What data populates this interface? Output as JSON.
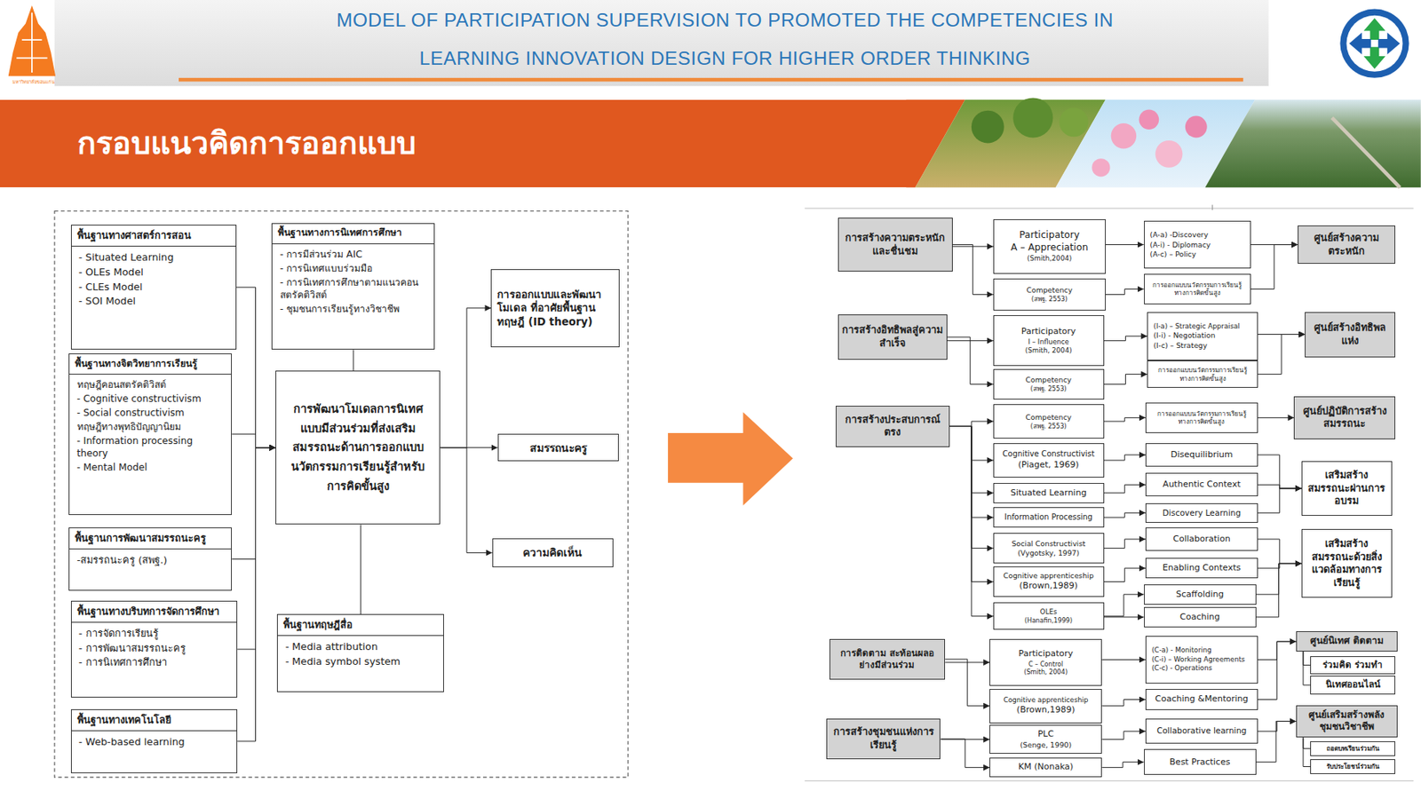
{
  "diagram": {
    "title": "MODEL OF PARTICIPATION SUPERVISION TO PROMOTED THE COMPETENCIES IN LEARNING INNOVATION DESIGN FOR HIGHER ORDER THINKING",
    "nodes": [
      {
        "text": [
          "กรอบแนวคิดการออกแบบ"
        ]
      },
      {
        "text": [
          "พื้นฐานทางศาสตร์การสอน",
          "- Situated Learning",
          "- OLEs Model",
          "- CLEs Model",
          "- SOI Model"
        ]
      },
      {
        "text": [
          "พื้นฐานทางจิตวิทยาการเรียนรู้",
          "ทฤษฎีคอนสตรัคติวิสต์",
          "- Cognitive constructivism",
          "- Social constructivism",
          "ทฤษฎีทางพุทธิปัญญานิยม",
          "- Information processing theory",
          "- Mental Model"
        ]
      },
      {
        "text": [
          "พื้นฐานการพัฒนาสมรรถนะครู",
          "-สมรรถนะครู (สพฐ.)"
        ]
      },
      {
        "text": [
          "พื้นฐานทางบริบทการจัดการศึกษา",
          "- การจัดการเรียนรู้",
          "- การพัฒนาสมรรถนะครู",
          "- การนิเทศการศึกษา"
        ]
      },
      {
        "text": [
          "พื้นฐานทางเทคโนโลยี",
          "- Web-based learning"
        ]
      },
      {
        "text": [
          "พื้นฐานทางการนิเทศการศึกษา",
          "- การมีส่วนร่วม AIC",
          "- การนิเทศแบบร่วมมือ",
          "- การนิเทศการศึกษาตามแนวคอนสตรัคติวิสต์",
          "- ชุมชนการเรียนรู้ทางวิชาชีพ"
        ]
      },
      {
        "text": [
          "การพัฒนาโมเดลการนิเทศแบบมีส่วนร่วมที่ส่งเสริมสมรรถนะด้านการออกแบบนวัตกรรมการเรียนรู้สำหรับการคิดขั้นสูง"
        ]
      },
      {
        "text": [
          "พื้นฐานทฤษฎีสื่อ",
          "- Media attribution",
          "- Media symbol system"
        ]
      },
      {
        "text": [
          "การออกแบบและพัฒนาโมเดล ที่อาศัยพื้นฐานทฤษฎี (ID theory)"
        ]
      },
      {
        "text": [
          "สมรรถนะครู"
        ]
      },
      {
        "text": [
          "ความคิดเห็น"
        ]
      },
      {
        "text": [
          "การสร้างความตระหนักและชื่นชม"
        ]
      },
      {
        "text": [
          "Participatory",
          "A – Appreciation",
          "(Smith,2004)"
        ]
      },
      {
        "text": [
          "Competency",
          "(สพฐ. 2553)"
        ]
      },
      {
        "text": [
          "(A-a) -Discovery",
          "(A-i) - Diplomacy",
          "(A-c) – Policy"
        ]
      },
      {
        "text": [
          "การออกแบบนวัตกรรมการเรียนรู้ทางการคิดขั้นสูง"
        ]
      },
      {
        "text": [
          "ศูนย์สร้างความตระหนัก"
        ]
      },
      {
        "text": [
          "การสร้างอิทธิพลสู่ความสำเร็จ"
        ]
      },
      {
        "text": [
          "Participatory",
          "I – Influence",
          "(Smith, 2004)"
        ]
      },
      {
        "text": [
          "Competency",
          "(สพฐ. 2553)"
        ]
      },
      {
        "text": [
          "(I-a) – Strategic Appraisal",
          "(I-i) - Negotiation",
          "(I-c) – Strategy"
        ]
      },
      {
        "text": [
          "การออกแบบนวัตกรรมการเรียนรู้ทางการคิดขั้นสูง"
        ]
      },
      {
        "text": [
          "ศูนย์สร้างอิทธิพลแห่ง"
        ]
      },
      {
        "text": [
          "การสร้างประสบการณ์ตรง"
        ]
      },
      {
        "text": [
          "Competency",
          "(สพฐ. 2553)"
        ]
      },
      {
        "text": [
          "การออกแบบนวัตกรรมการเรียนรู้ทางการคิดขั้นสูง"
        ]
      },
      {
        "text": [
          "ศูนย์ปฏิบัติการสร้างสมรรถนะ"
        ]
      },
      {
        "text": [
          "Cognitive Constructivist",
          "(Piaget, 1969)"
        ]
      },
      {
        "text": [
          "Disequilibrium"
        ]
      },
      {
        "text": [
          "Situated Learning"
        ]
      },
      {
        "text": [
          "Authentic Context"
        ]
      },
      {
        "text": [
          "Information Processing"
        ]
      },
      {
        "text": [
          "Discovery Learning"
        ]
      },
      {
        "text": [
          "เสริมสร้างสมรรถนะผ่านการอบรม"
        ]
      },
      {
        "text": [
          "Social Constructivist",
          "(Vygotsky, 1997)"
        ]
      },
      {
        "text": [
          "Collaboration"
        ]
      },
      {
        "text": [
          "Cognitive apprenticeship",
          "(Brown,1989)"
        ]
      },
      {
        "text": [
          "Enabling Contexts"
        ]
      },
      {
        "text": [
          "OLEs",
          "(Hanafin,1999)"
        ]
      },
      {
        "text": [
          "Scaffolding"
        ]
      },
      {
        "text": [
          "Coaching"
        ]
      },
      {
        "text": [
          "เสริมสร้างสมรรถนะด้วยสิ่งแวดล้อมทางการเรียนรู้"
        ]
      },
      {
        "text": [
          "การติดตาม สะท้อนผลอย่างมีส่วนร่วม"
        ]
      },
      {
        "text": [
          "Participatory",
          "C – Control",
          "(Smith, 2004)"
        ]
      },
      {
        "text": [
          "(C-a) - Monitoring",
          "(C-i) – Working Agreements",
          "(C-c) - Operations"
        ]
      },
      {
        "text": [
          "ศูนย์นิเทศ ติดตาม"
        ]
      },
      {
        "text": [
          "ร่วมคิด ร่วมทำ"
        ]
      },
      {
        "text": [
          "นิเทศออนไลน์"
        ]
      },
      {
        "text": [
          "Cognitive apprenticeship",
          "(Brown,1989)"
        ]
      },
      {
        "text": [
          "Coaching &Mentoring"
        ]
      },
      {
        "text": [
          "การสร้างชุมชนแห่งการเรียนรู้"
        ]
      },
      {
        "text": [
          "PLC",
          "(Senge, 1990)"
        ]
      },
      {
        "text": [
          "Collaborative learning"
        ]
      },
      {
        "text": [
          "ศูนย์เสริมสร้างพลังชุมชนวิชาชีพ"
        ]
      },
      {
        "text": [
          "ถอดบทเรียนร่วมกัน"
        ]
      },
      {
        "text": [
          "รับประโยชน์ร่วมกัน"
        ]
      },
      {
        "text": [
          "KM (Nonaka)"
        ]
      },
      {
        "text": [
          "Best Practices"
        ]
      }
    ],
    "edges": [
      {
        "from": 1,
        "to": 7,
        "arrow": "to"
      },
      {
        "from": 2,
        "to": 7,
        "arrow": "to"
      },
      {
        "from": 3,
        "to": 7,
        "arrow": "to"
      },
      {
        "from": 4,
        "to": 7,
        "arrow": "to"
      },
      {
        "from": 5,
        "to": 7,
        "arrow": "to"
      },
      {
        "from": 6,
        "to": 7,
        "arrow": "none"
      },
      {
        "from": 8,
        "to": 7,
        "arrow": "none"
      },
      {
        "from": 7,
        "to": 9,
        "arrow": "to"
      },
      {
        "from": 7,
        "to": 10,
        "arrow": "to"
      },
      {
        "from": 7,
        "to": 11,
        "arrow": "to"
      },
      {
        "from": 12,
        "to": 13,
        "arrow": "to"
      },
      {
        "from": 12,
        "to": 14,
        "arrow": "to"
      },
      {
        "from": 13,
        "to": 15,
        "arrow": "to"
      },
      {
        "from": 14,
        "to": 16,
        "arrow": "to"
      },
      {
        "from": 15,
        "to": 17,
        "arrow": "to"
      },
      {
        "from": 16,
        "to": 17,
        "arrow": "to"
      },
      {
        "from": 18,
        "to": 19,
        "arrow": "to"
      },
      {
        "from": 18,
        "to": 20,
        "arrow": "to"
      },
      {
        "from": 19,
        "to": 21,
        "arrow": "to"
      },
      {
        "from": 20,
        "to": 22,
        "arrow": "to"
      },
      {
        "from": 21,
        "to": 23,
        "arrow": "to"
      },
      {
        "from": 22,
        "to": 23,
        "arrow": "to"
      },
      {
        "from": 24,
        "to": 25,
        "arrow": "to"
      },
      {
        "from": 24,
        "to": 28,
        "arrow": "to"
      },
      {
        "from": 24,
        "to": 30,
        "arrow": "to"
      },
      {
        "from": 24,
        "to": 32,
        "arrow": "to"
      },
      {
        "from": 24,
        "to": 35,
        "arrow": "to"
      },
      {
        "from": 24,
        "to": 37,
        "arrow": "to"
      },
      {
        "from": 24,
        "to": 39,
        "arrow": "to"
      },
      {
        "from": 25,
        "to": 26,
        "arrow": "to"
      },
      {
        "from": 26,
        "to": 27,
        "arrow": "to"
      },
      {
        "from": 28,
        "to": 29,
        "arrow": "to"
      },
      {
        "from": 30,
        "to": 31,
        "arrow": "to"
      },
      {
        "from": 32,
        "to": 33,
        "arrow": "to"
      },
      {
        "from": 29,
        "to": 34,
        "arrow": "to"
      },
      {
        "from": 31,
        "to": 34,
        "arrow": "to"
      },
      {
        "from": 33,
        "to": 34,
        "arrow": "to"
      },
      {
        "from": 35,
        "to": 36,
        "arrow": "to"
      },
      {
        "from": 37,
        "to": 38,
        "arrow": "to"
      },
      {
        "from": 39,
        "to": 40,
        "arrow": "to"
      },
      {
        "from": 39,
        "to": 41,
        "arrow": "to"
      },
      {
        "from": 36,
        "to": 42,
        "arrow": "to"
      },
      {
        "from": 38,
        "to": 42,
        "arrow": "to"
      },
      {
        "from": 40,
        "to": 42,
        "arrow": "to"
      },
      {
        "from": 41,
        "to": 42,
        "arrow": "to"
      },
      {
        "from": 43,
        "to": 44,
        "arrow": "to"
      },
      {
        "from": 43,
        "to": 49,
        "arrow": "to"
      },
      {
        "from": 44,
        "to": 45,
        "arrow": "to"
      },
      {
        "from": 49,
        "to": 50,
        "arrow": "to"
      },
      {
        "from": 45,
        "to": 46,
        "arrow": "to"
      },
      {
        "from": 50,
        "to": 46,
        "arrow": "to"
      },
      {
        "from": 46,
        "to": 47,
        "arrow": "none"
      },
      {
        "from": 46,
        "to": 48,
        "arrow": "none"
      },
      {
        "from": 51,
        "to": 52,
        "arrow": "to"
      },
      {
        "from": 51,
        "to": 57,
        "arrow": "to"
      },
      {
        "from": 52,
        "to": 53,
        "arrow": "to"
      },
      {
        "from": 57,
        "to": 58,
        "arrow": "to"
      },
      {
        "from": 53,
        "to": 54,
        "arrow": "to"
      },
      {
        "from": 58,
        "to": 54,
        "arrow": "to"
      },
      {
        "from": 54,
        "to": 55,
        "arrow": "none"
      },
      {
        "from": 54,
        "to": 56,
        "arrow": "none"
      }
    ],
    "labels": [
      "มหาวิทยาลัยขอนแก่น"
    ]
  }
}
